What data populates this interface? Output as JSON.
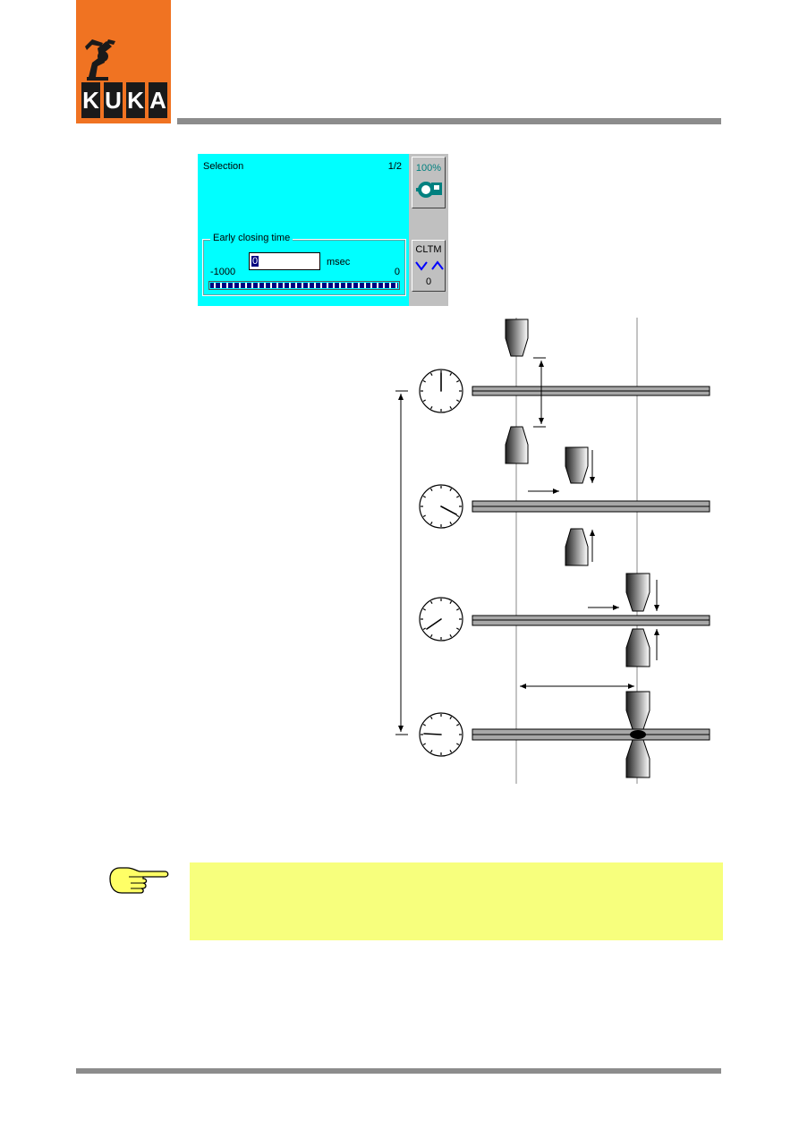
{
  "logo": {
    "letters": [
      "K",
      "U",
      "K",
      "A"
    ],
    "icon": "robot-arm-icon",
    "brand_color": "#f07322"
  },
  "kcp": {
    "title": "Selection",
    "page": "1/2",
    "group_label": "Early closing time",
    "input_value": "0",
    "unit": "msec",
    "range_min": "-1000",
    "range_max": "0",
    "softkeys": {
      "override_label": "100%",
      "override_icon": "override-gear-icon",
      "cltm_label": "CLTM",
      "cltm_icon": "chevron-down-up-icon",
      "cltm_value": "0"
    },
    "colors": {
      "background": "#00ffff",
      "softkey_bar": "#c0c0c0",
      "input_highlight": "#000080"
    }
  },
  "diagram": {
    "clock_icon": "clock-icon",
    "electrode_icon": "welding-electrode-icon",
    "sheet_color": "#a8a8a8"
  },
  "note": {
    "icon": "pointing-hand-icon",
    "text": "",
    "background": "#f7ff7d"
  }
}
